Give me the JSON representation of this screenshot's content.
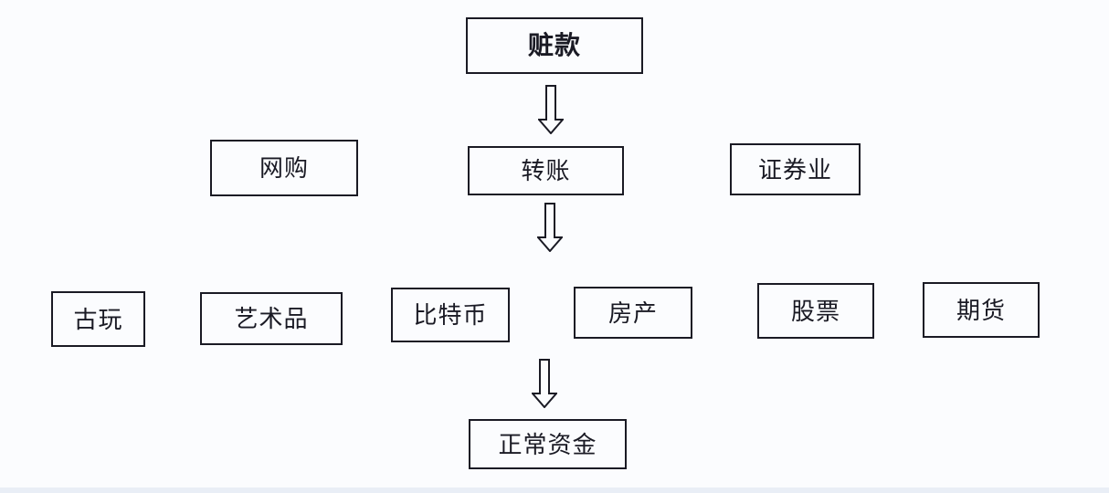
{
  "diagram": {
    "description_colors": {
      "background": "#fbfcfe",
      "border": "#1a1a24",
      "text": "#1a1a24",
      "bottom_strip": "#e9eef6"
    },
    "nodes": {
      "source": {
        "label": "赃款"
      },
      "online_shop": {
        "label": "网购"
      },
      "transfer": {
        "label": "转账"
      },
      "securities": {
        "label": "证券业"
      },
      "antiques": {
        "label": "古玩"
      },
      "artwork": {
        "label": "艺术品"
      },
      "bitcoin": {
        "label": "比特币"
      },
      "realestate": {
        "label": "房产"
      },
      "stocks": {
        "label": "股票"
      },
      "futures": {
        "label": "期货"
      },
      "normal_funds": {
        "label": "正常资金"
      }
    },
    "arrows": [
      {
        "from": "source",
        "to": "transfer",
        "direction": "down"
      },
      {
        "from": "transfer",
        "to": "assets-row",
        "direction": "down"
      },
      {
        "from": "assets-row",
        "to": "normal_funds",
        "direction": "down"
      }
    ]
  }
}
